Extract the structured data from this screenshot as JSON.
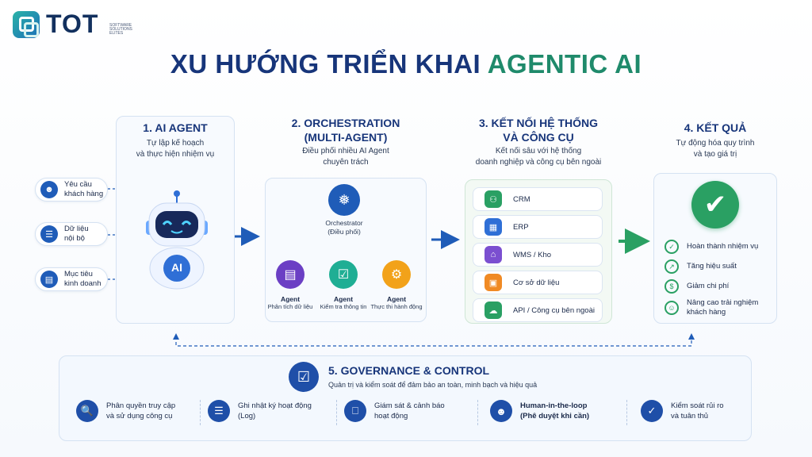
{
  "brand": {
    "name": "TOT",
    "tagline": "SOFTWARE SOLUTIONS ELITES"
  },
  "title": {
    "part1": "XU HƯỚNG TRIỂN KHAI",
    "part2": "AGENTIC AI"
  },
  "colors": {
    "navy": "#17357a",
    "green": "#1f8a6b",
    "blue": "#1f5cb8",
    "success": "#2aa063"
  },
  "section1": {
    "heading": "1. AI AGENT",
    "subtitle": [
      "Tự lập kế hoạch",
      "và thực hiện nhiệm vụ"
    ],
    "inputs": [
      {
        "icon": "person-icon",
        "label": [
          "Yêu cầu",
          "khách hàng"
        ]
      },
      {
        "icon": "document-icon",
        "label": [
          "Dữ liệu",
          "nội bộ"
        ]
      },
      {
        "icon": "chart-icon",
        "label": [
          "Mục tiêu",
          "kinh doanh"
        ]
      }
    ],
    "robot_badge": "AI"
  },
  "section2": {
    "heading": [
      "2. ORCHESTRATION",
      "(MULTI-AGENT)"
    ],
    "subtitle": [
      "Điều phối nhiều AI Agent",
      "chuyên trách"
    ],
    "orchestrator": [
      "Orchestrator",
      "(Điều phối)"
    ],
    "agents": [
      {
        "icon": "analytics-icon",
        "color": "#6b3fc4",
        "title": "Agent",
        "desc": "Phân tích dữ liệu"
      },
      {
        "icon": "checklist-icon",
        "color": "#1fae94",
        "title": "Agent",
        "desc": "Kiểm tra thông tin"
      },
      {
        "icon": "gear-icon",
        "color": "#f2a21a",
        "title": "Agent",
        "desc": "Thực thi hành động"
      }
    ]
  },
  "section3": {
    "heading": [
      "3. KẾT NỐI HỆ THỐNG",
      "VÀ CÔNG CỤ"
    ],
    "subtitle": [
      "Kết nối sâu với hệ thống",
      "doanh nghiệp và công cụ bên ngoài"
    ],
    "systems": [
      {
        "icon": "people-icon",
        "color": "#2aa063",
        "label": "CRM"
      },
      {
        "icon": "building-icon",
        "color": "#2f6fd6",
        "label": "ERP"
      },
      {
        "icon": "warehouse-icon",
        "color": "#7b4fd0",
        "label": "WMS / Kho"
      },
      {
        "icon": "database-icon",
        "color": "#f08a24",
        "label": "Cơ sở dữ liệu"
      },
      {
        "icon": "cloud-icon",
        "color": "#2aa063",
        "label": "API / Công cụ bên ngoài"
      }
    ]
  },
  "section4": {
    "heading": "4. KẾT QUẢ",
    "subtitle": [
      "Tự động hóa quy trình",
      "và tạo giá trị"
    ],
    "results": [
      {
        "icon": "check-icon",
        "label": [
          "Hoàn thành nhiệm vụ"
        ]
      },
      {
        "icon": "growth-icon",
        "label": [
          "Tăng hiệu suất"
        ]
      },
      {
        "icon": "cost-icon",
        "label": [
          "Giảm chi phí"
        ]
      },
      {
        "icon": "smile-icon",
        "label": [
          "Nâng cao trải nghiệm",
          "khách hàng"
        ]
      }
    ]
  },
  "section5": {
    "heading": "5. GOVERNANCE & CONTROL",
    "subtitle": "Quản trị và kiểm soát để đảm bảo an toàn, minh bạch và hiệu quả",
    "items": [
      {
        "icon": "access-icon",
        "label": [
          "Phân quyền truy cập",
          "và sử dụng công cụ"
        ],
        "bold": false
      },
      {
        "icon": "log-icon",
        "label": [
          "Ghi nhật ký hoạt động",
          "(Log)"
        ],
        "bold": false
      },
      {
        "icon": "monitor-icon",
        "label": [
          "Giám sát & cảnh báo",
          "hoạt động"
        ],
        "bold": false
      },
      {
        "icon": "human-icon",
        "label": [
          "Human-in-the-loop",
          "(Phê duyệt khi cần)"
        ],
        "bold": true
      },
      {
        "icon": "risk-icon",
        "label": [
          "Kiểm soát rủi ro",
          "và tuân thủ"
        ],
        "bold": false
      }
    ]
  }
}
